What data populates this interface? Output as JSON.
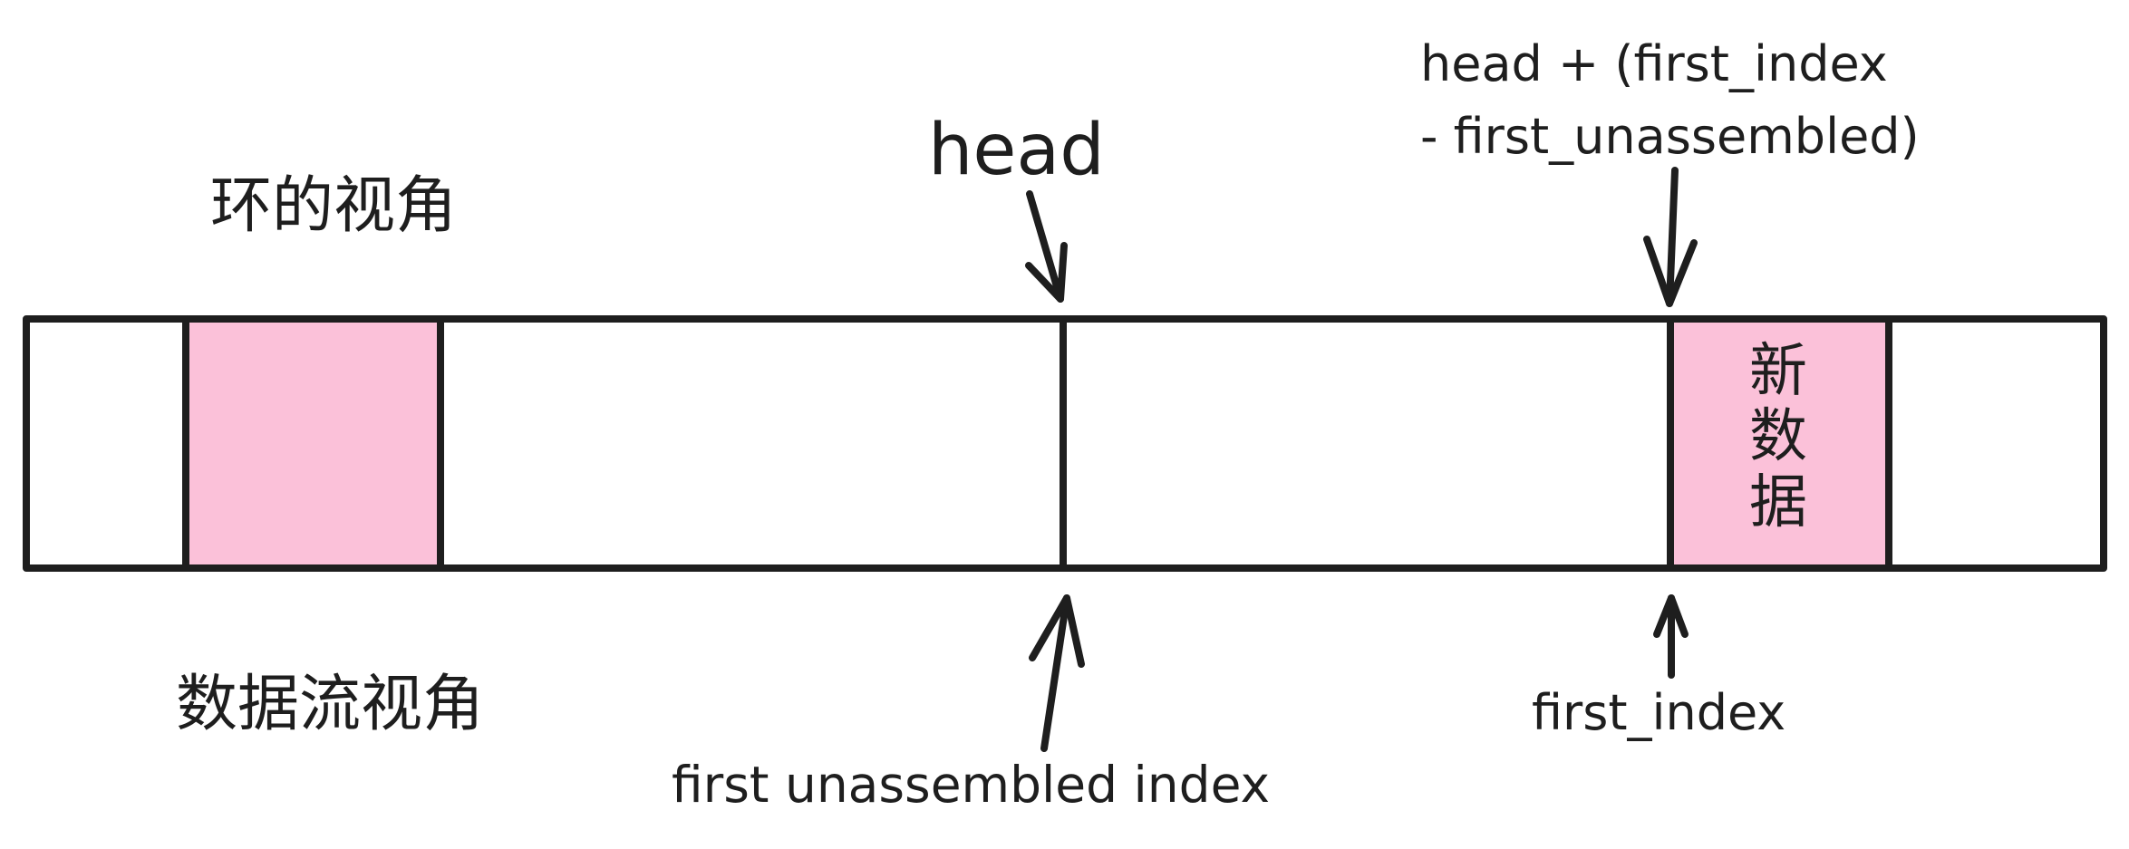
{
  "labels": {
    "ring_view": "环的视角",
    "stream_view": "数据流视角",
    "head": "head",
    "head_offset_line1": "head + (first_index",
    "head_offset_line2": "- first_unassembled)",
    "first_unassembled_index": "first unassembled index",
    "first_index": "first_index",
    "new_data_chars": [
      "新",
      "数",
      "据"
    ]
  },
  "colors": {
    "stroke": "#1e1e1e",
    "highlight_fill": "#fbc1d9",
    "background": "#ffffff"
  }
}
